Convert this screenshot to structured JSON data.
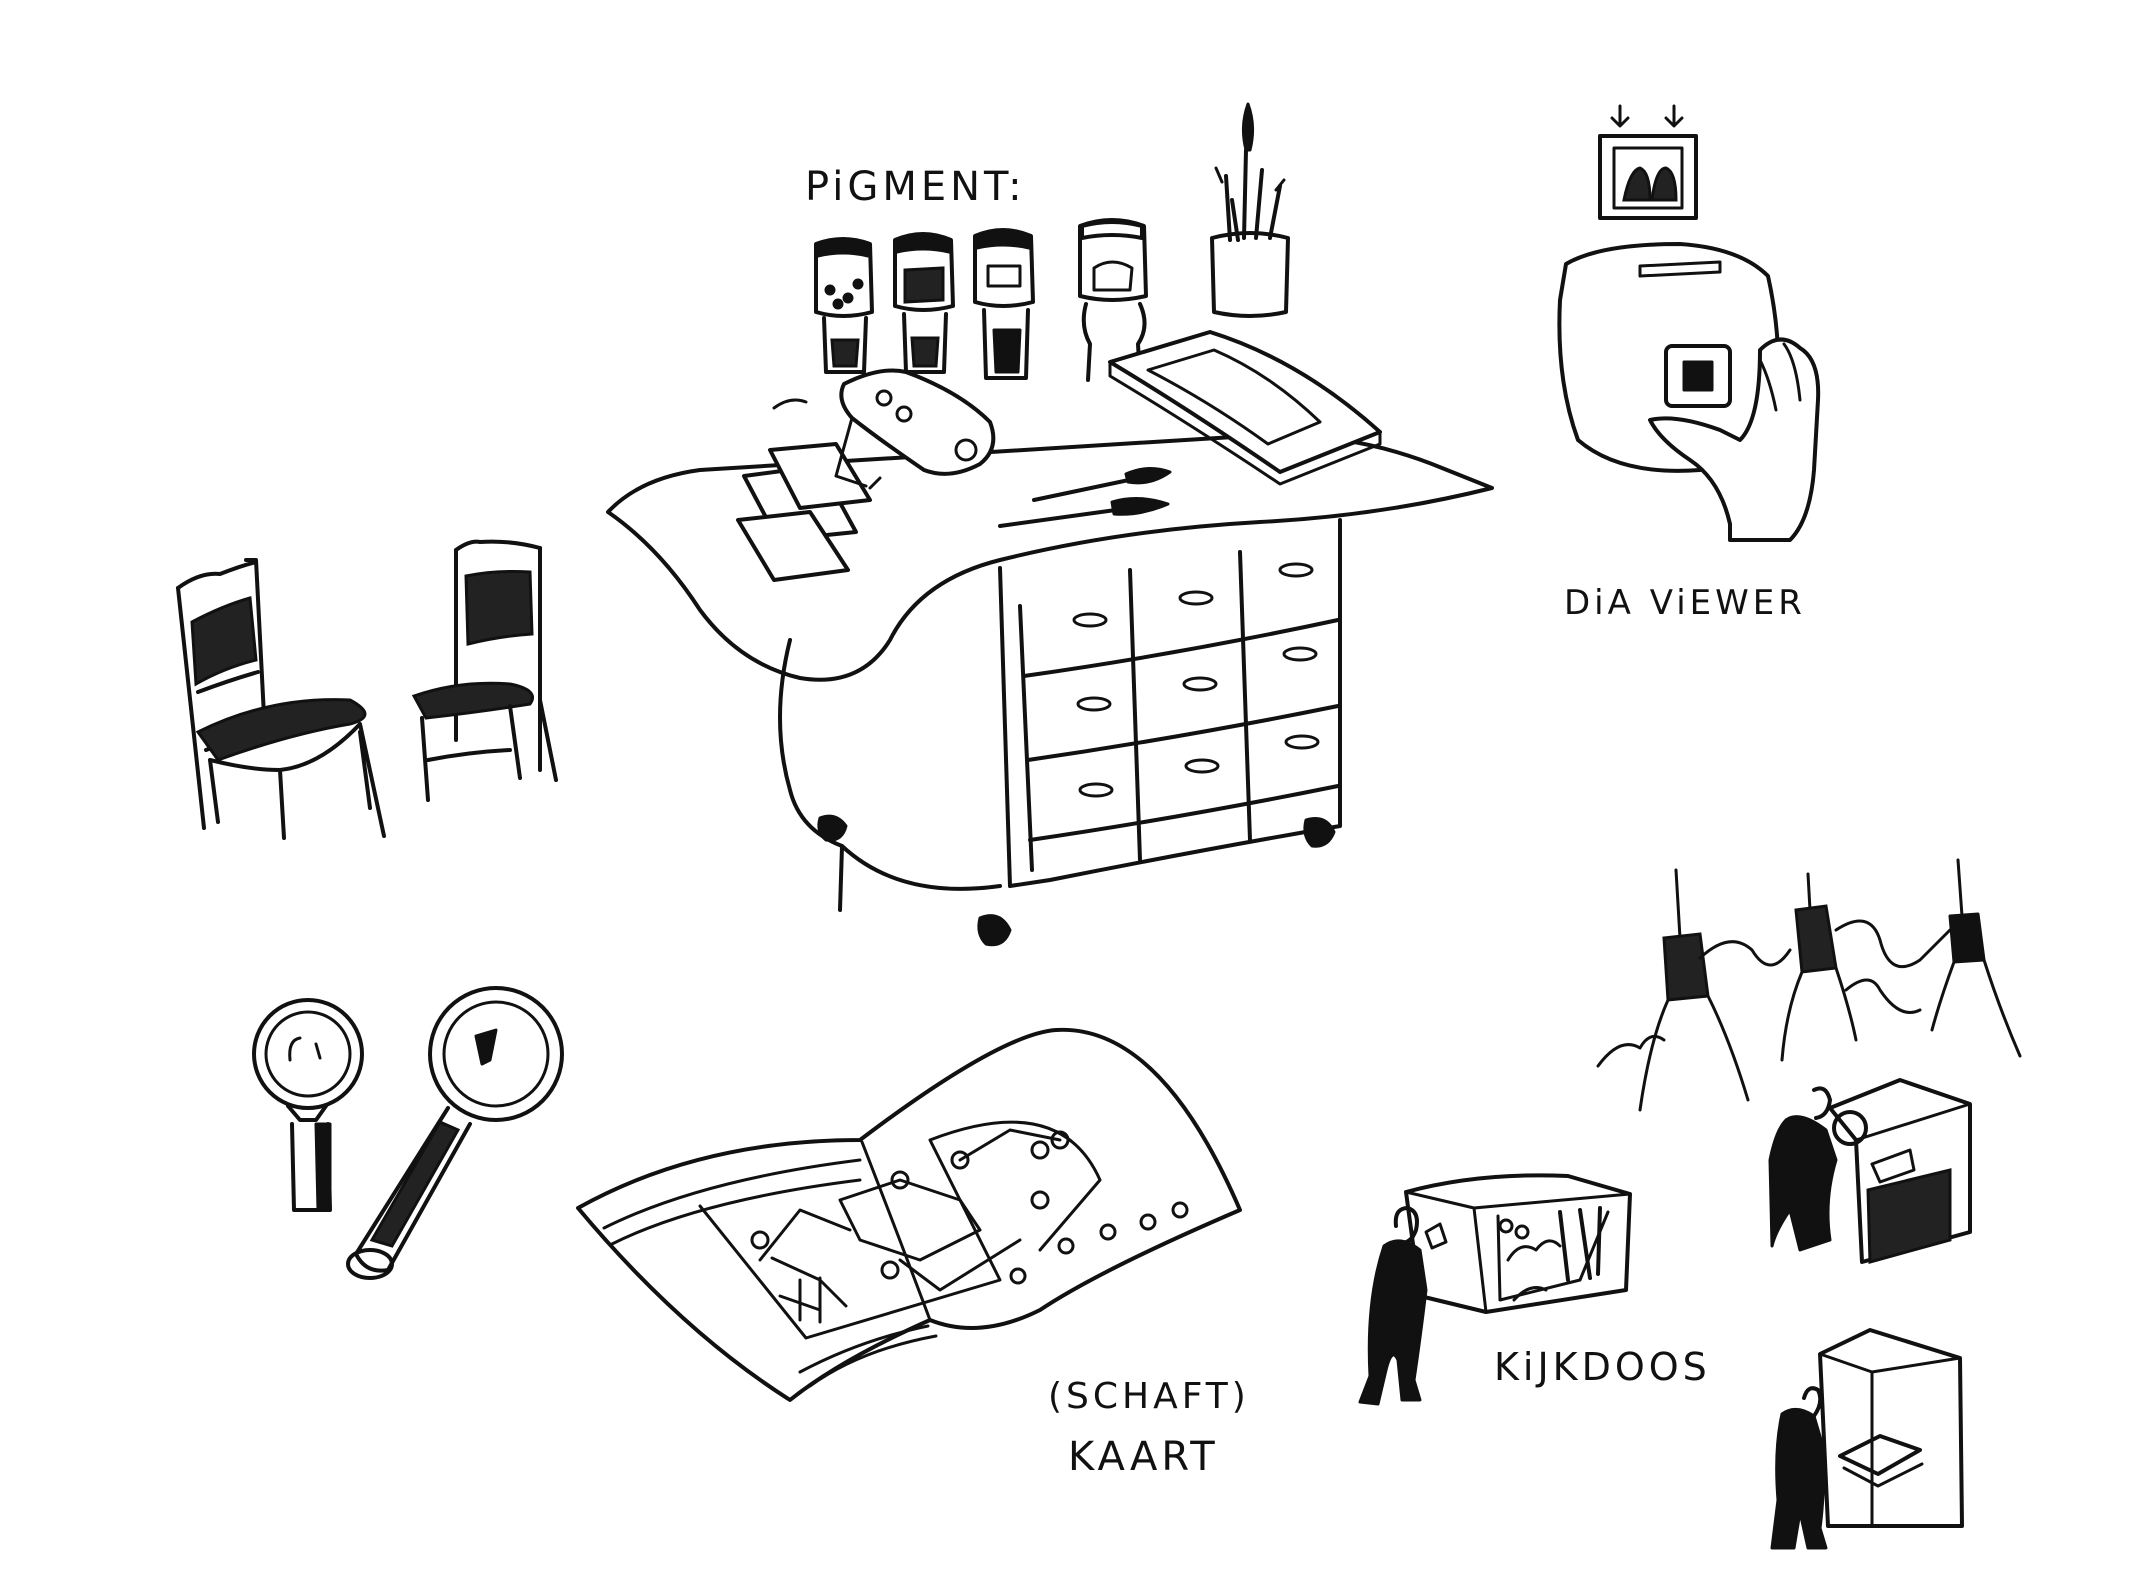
{
  "labels": {
    "pigment": "PiGMENT:",
    "dia_viewer": "DiA ViEWER",
    "schaft": "(SCHAFT)",
    "kaart": "KAART",
    "kijkdoos": "KiJKDOOS"
  },
  "colors": {
    "ink": "#111111",
    "paper": "#ffffff"
  },
  "icons": [
    "pigment-jar-icon",
    "brush-cup-icon",
    "picture-frame-icon",
    "paper-scroll-icon",
    "drawer-cabinet-table-icon",
    "slide-viewer-icon",
    "hand-icon",
    "chair-icon",
    "magnifying-glass-icon",
    "folded-map-icon",
    "peep-box-icon",
    "person-silhouette-icon",
    "hanging-lamp-icon"
  ]
}
